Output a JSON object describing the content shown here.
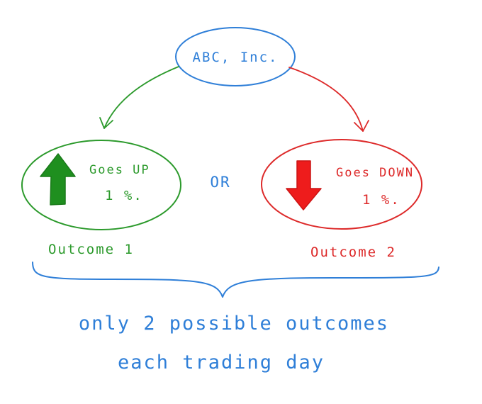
{
  "diagram": {
    "company": {
      "label": "ABC, Inc.",
      "color": "#2f7fd8"
    },
    "outcome_up": {
      "line1": "Goes UP",
      "line2": "1 %.",
      "caption": "Outcome 1",
      "color": "#2c9a2c",
      "arrow_color": "#1f8f1f",
      "icon": "up-arrow-icon"
    },
    "outcome_down": {
      "line1": "Goes DOWN",
      "line2": "1 %.",
      "caption": "Outcome 2",
      "color": "#dd2a2a",
      "arrow_color": "#ee1c1c",
      "icon": "down-arrow-icon"
    },
    "separator": {
      "label": "OR",
      "color": "#2f7fd8"
    },
    "summary": {
      "line1": "only 2 possible outcomes",
      "line2": "each trading day",
      "color": "#2f7fd8"
    }
  }
}
